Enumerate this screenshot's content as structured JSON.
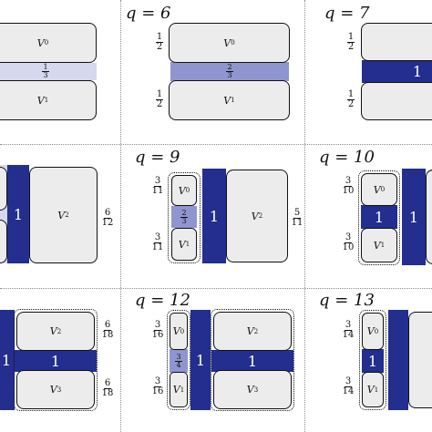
{
  "panels": [
    {
      "boxes": {
        "v0": "V",
        "v0_sub": "0",
        "v1": "V",
        "v1_sub": "1"
      },
      "band_fraction": {
        "num": "1",
        "den": "3"
      }
    },
    {
      "q_label": "q = 6",
      "boxes": {
        "v0": "V",
        "v0_sub": "0",
        "v1": "V",
        "v1_sub": "1"
      },
      "band_fraction": {
        "num": "2",
        "den": "3"
      },
      "left_fractions": [
        {
          "num": "1",
          "den": "2"
        },
        {
          "num": "1",
          "den": "2"
        }
      ]
    },
    {
      "q_label": "q = 7",
      "left_fractions": [
        {
          "num": "1",
          "den": "2"
        },
        {
          "num": "1",
          "den": "2"
        }
      ],
      "band_value": "1"
    },
    {
      "band_value": "1",
      "box": {
        "label": "V",
        "sub": "2"
      },
      "right_fraction": {
        "num": "6",
        "den": "12"
      }
    },
    {
      "q_label": "q = 9",
      "boxes": {
        "v0": "V",
        "v0_sub": "0",
        "v1": "V",
        "v1_sub": "1",
        "v2": "V",
        "v2_sub": "2"
      },
      "left_fractions": [
        {
          "num": "3",
          "den": "11"
        },
        {
          "num": "3",
          "den": "11"
        }
      ],
      "inner_fraction": {
        "num": "2",
        "den": "3"
      },
      "band_value": "1",
      "right_fraction": {
        "num": "5",
        "den": "11"
      }
    },
    {
      "q_label": "q = 10",
      "boxes": {
        "v0": "V",
        "v0_sub": "0",
        "v1": "V",
        "v1_sub": "1"
      },
      "left_fractions": [
        {
          "num": "3",
          "den": "10"
        },
        {
          "num": "3",
          "den": "10"
        }
      ],
      "inner_value": "1",
      "band_value": "1"
    },
    {
      "band_value": "1",
      "mid_value": "1",
      "boxes": {
        "v2": "V",
        "v2_sub": "2",
        "v3": "V",
        "v3_sub": "3"
      },
      "right_fractions": [
        {
          "num": "6",
          "den": "18"
        },
        {
          "num": "6",
          "den": "18"
        }
      ]
    },
    {
      "q_label": "q = 12",
      "boxes": {
        "v0": "V",
        "v0_sub": "0",
        "v1": "V",
        "v1_sub": "1",
        "v2": "V",
        "v2_sub": "2",
        "v3": "V",
        "v3_sub": "3"
      },
      "left_fractions": [
        {
          "num": "3",
          "den": "16"
        },
        {
          "num": "3",
          "den": "16"
        }
      ],
      "inner_fraction": {
        "num": "3",
        "den": "4"
      },
      "band_value": "1",
      "mid_value": "1"
    },
    {
      "q_label": "q = 13",
      "boxes": {
        "v0": "V",
        "v0_sub": "0",
        "v1": "V",
        "v1_sub": "1"
      },
      "left_fractions": [
        {
          "num": "3",
          "den": "14"
        },
        {
          "num": "3",
          "den": "14"
        }
      ],
      "inner_value": "1"
    }
  ]
}
